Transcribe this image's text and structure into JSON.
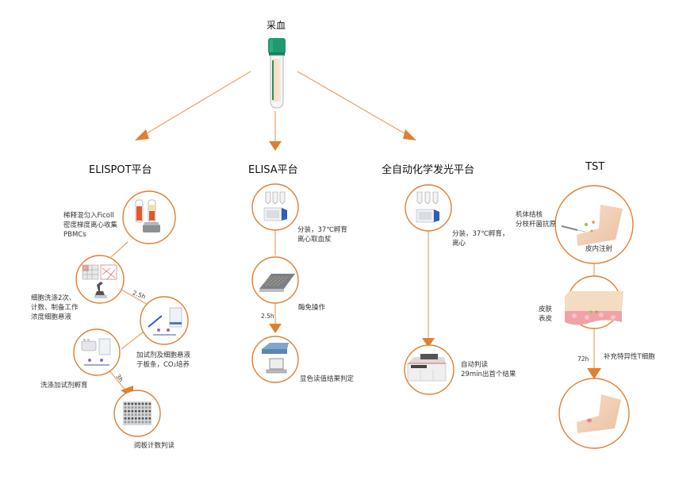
{
  "root": {
    "label": "采血",
    "icon": "blood-tube-icon"
  },
  "colors": {
    "accent": "#E07F32",
    "line": "#E9A266",
    "tube_cap": "#1E9A6E",
    "skin": "#F3D4BC",
    "skin_red": "#EFA3A8",
    "incubator_blue": "#2D5FB8"
  },
  "platforms": [
    {
      "id": "elispot",
      "title": "ELISPOT平台",
      "steps": [
        {
          "label": "稀释混匀入Ficoll\n密度梯度离心收集\nPBMCs",
          "icon": "test-tubes-centrifuge-icon"
        },
        {
          "label": "细胞洗涤2次、\n计数、制备工作\n浓度细胞悬液",
          "icon": "counting-grid-microscope-icon"
        },
        {
          "label": "加试剂及细胞悬液\n于板条，CO₂培养",
          "icon": "pipette-incubator-icon"
        },
        {
          "label": "洗涤加试剂孵育",
          "icon": "washer-incubator-icon"
        },
        {
          "label": "阅板计数判读",
          "icon": "plate-reader-icon"
        }
      ],
      "durations": [
        "2.5h",
        "3h"
      ]
    },
    {
      "id": "elisa",
      "title": "ELISA平台",
      "steps": [
        {
          "label": "分装，37℃孵育\n离心取血浆",
          "icon": "tubes-incubator-icon"
        },
        {
          "label": "酶免操作",
          "icon": "microplate-icon"
        },
        {
          "label": "显色读值结果判定",
          "icon": "reader-computer-icon"
        }
      ],
      "durations": [
        "2.5h"
      ]
    },
    {
      "id": "clia",
      "title": "全自动化学发光平台",
      "steps": [
        {
          "label": "分装，37℃孵育，\n离心",
          "icon": "tubes-incubator-icon"
        },
        {
          "label": "自动判读\n29min出首个结果",
          "icon": "analyzer-machine-icon"
        }
      ],
      "durations": []
    },
    {
      "id": "tst",
      "title": "TST",
      "steps": [
        {
          "label": "皮内注射",
          "side_label": "机体结核\n分枝杆菌抗原",
          "icon": "arm-injection-icon"
        },
        {
          "label": "皮肤\n表皮",
          "icon": "skin-layers-icon"
        },
        {
          "label": "",
          "icon": "arm-reaction-icon"
        }
      ],
      "durations": [
        "72h"
      ],
      "transition_label": "补充特异性T细胞"
    }
  ]
}
